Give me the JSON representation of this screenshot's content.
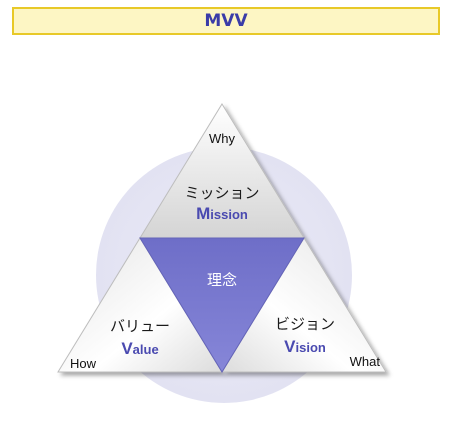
{
  "title": "MVV",
  "center": {
    "label": "理念"
  },
  "mission": {
    "jp": "ミッション",
    "en_initial": "M",
    "en_rest": "ission",
    "question": "Why"
  },
  "value": {
    "jp": "バリュー",
    "en_initial": "V",
    "en_rest": "alue",
    "question": "How"
  },
  "vision": {
    "jp": "ビジョン",
    "en_initial": "V",
    "en_rest": "ision",
    "question": "What"
  },
  "colors": {
    "accent": "#4a4ab0",
    "center_fill": "#7b7bd0",
    "circle": "#e6e6f5",
    "title_bg": "#fdf6c4",
    "title_border": "#e8c928"
  }
}
